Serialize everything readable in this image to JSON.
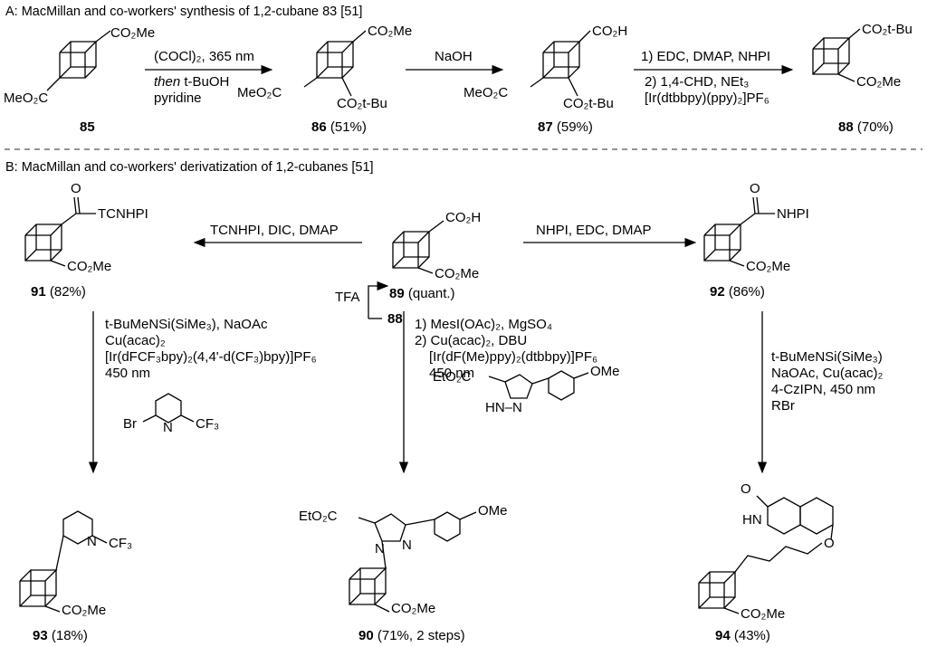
{
  "section_a": {
    "header": "A: MacMillan and co-workers' synthesis of 1,2-cubane 83 [51]",
    "c85": {
      "sub_top": "CO₂Me",
      "sub_bot": "MeO₂C",
      "num": "85"
    },
    "step1": {
      "l1": "(COCl)₂, 365 nm",
      "l2a": "then",
      "l2b": " t-BuOH",
      "l3": "pyridine"
    },
    "c86": {
      "sub_top": "CO₂Me",
      "sub_left": "MeO₂C",
      "sub_bot": "CO₂t-Bu",
      "num": "86",
      "yield": " (51%)"
    },
    "step2": {
      "l1": "NaOH"
    },
    "c87": {
      "sub_top": "CO₂H",
      "sub_left": "MeO₂C",
      "sub_bot": "CO₂t-Bu",
      "num": "87",
      "yield": " (59%)"
    },
    "step3": {
      "l1": "1) EDC, DMAP, NHPI",
      "l2": "2) 1,4-CHD, NEt₃",
      "l3": "[Ir(dtbbpy)(ppy)₂]PF₆"
    },
    "c88": {
      "sub_top": "CO₂t-Bu",
      "sub_bot": "CO₂Me",
      "num": "88",
      "yield": " (70%)"
    }
  },
  "section_b": {
    "header": "B: MacMillan and co-workers' derivatization of 1,2-cubanes [51]",
    "c91": {
      "o": "O",
      "sub_top": "TCNHPI",
      "sub_bot": "CO₂Me",
      "num": "91",
      "yield": " (82%)"
    },
    "to91": {
      "l1": "TCNHPI, DIC, DMAP"
    },
    "c89": {
      "sub_top": "CO₂H",
      "sub_bot": "CO₂Me",
      "num": "89",
      "yield": " (quant.)"
    },
    "tfa": {
      "reagent": "TFA",
      "from": "88"
    },
    "to92": {
      "l1": "NHPI, EDC, DMAP"
    },
    "c92": {
      "o": "O",
      "sub_top": "NHPI",
      "sub_bot": "CO₂Me",
      "num": "92",
      "yield": " (86%)"
    },
    "to93": {
      "l1": "t-BuMeNSi(SiMe₃), NaOAc",
      "l2": "Cu(acac)₂",
      "l3": "[Ir(dFCF₃bpy)₂(4,4'-d(CF₃)bpy)]PF₆",
      "l4": "450 nm",
      "pyr": {
        "br": "Br",
        "n": "N",
        "cf3": "CF₃"
      }
    },
    "to90": {
      "l1": "1) MesI(OAc)₂, MgSO₄",
      "l2": "2) Cu(acac)₂, DBU",
      "l3": "[Ir(dF(Me)ppy)₂(dtbbpy)]PF₆",
      "l4": "450 nm",
      "pyz": {
        "ester": "EtO₂C",
        "nh": "HN–N",
        "ome": "OMe"
      }
    },
    "to94": {
      "l1": "t-BuMeNSi(SiMe₃)",
      "l2": "NaOAc, Cu(acac)₂",
      "l3": "4-CzIPN, 450 nm",
      "l4": "RBr"
    },
    "c93": {
      "n": "N",
      "cf3": "CF₃",
      "sub_bot": "CO₂Me",
      "num": "93",
      "yield": " (18%)"
    },
    "c90": {
      "ester": "EtO₂C",
      "n1": "N",
      "n2": "N",
      "ome": "OMe",
      "sub_bot": "CO₂Me",
      "num": "90",
      "yield": " (71%, 2 steps)"
    },
    "c94": {
      "o": "O",
      "hn": "HN",
      "oether": "O",
      "sub_bot": "CO₂Me",
      "num": "94",
      "yield": " (43%)"
    }
  }
}
